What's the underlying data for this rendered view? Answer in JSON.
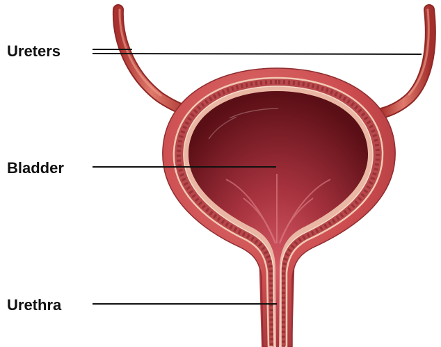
{
  "labels": {
    "ureters": "Ureters",
    "bladder": "Bladder",
    "urethra": "Urethra"
  },
  "colors": {
    "ureter": "#c9504a",
    "bladder_outer": "#c94a4d",
    "bladder_wall": "#a8383c",
    "lumen_dark": "#5e1016",
    "lumen_light": "#d0545f",
    "leader_line": "#111111"
  }
}
